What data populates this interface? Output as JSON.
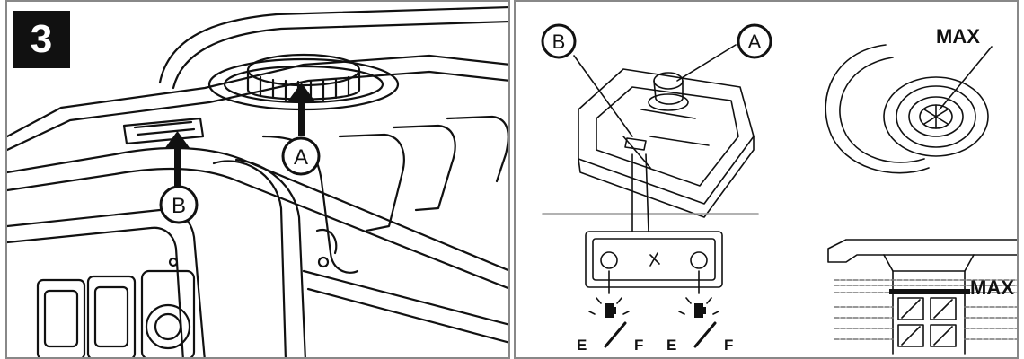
{
  "step_number": "3",
  "callouts": {
    "a": "A",
    "b": "B"
  },
  "gauge": {
    "empty": "E",
    "full": "F"
  },
  "max_label": "MAX",
  "colors": {
    "ink": "#111111",
    "panel_border": "#888888",
    "badge_bg": "#111111",
    "badge_text": "#ffffff"
  },
  "icons": [
    "fuel-pump-icon",
    "arrow-up-icon"
  ]
}
